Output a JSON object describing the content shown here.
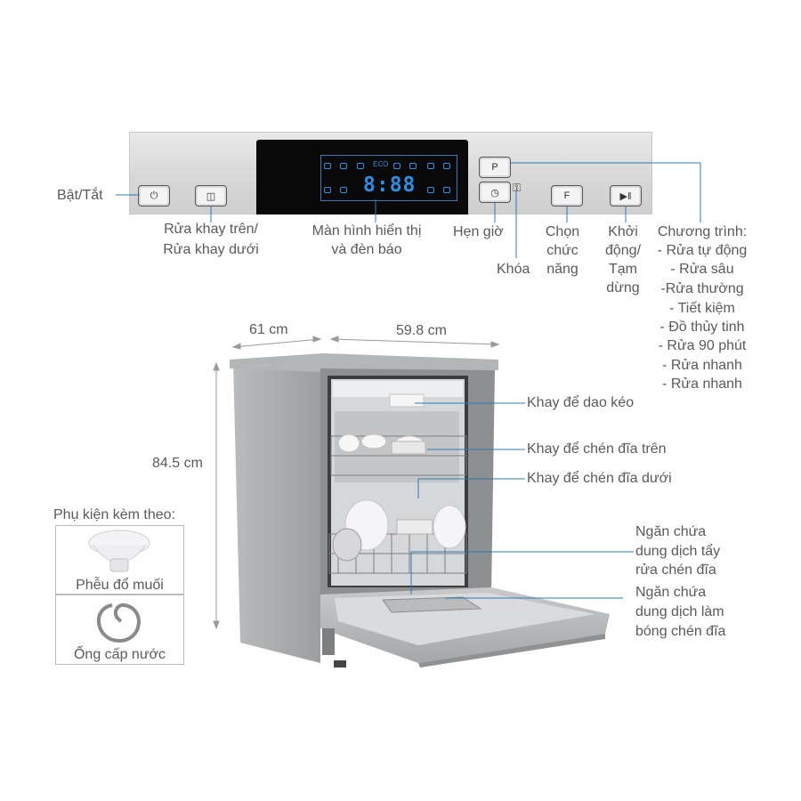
{
  "panel": {
    "display_digits": "8:88",
    "eco_label": "ECO",
    "btn_program": "P",
    "btn_function": "F"
  },
  "labels": {
    "power": "Bật/Tắt",
    "tray_line1": "Rửa khay trên/",
    "tray_line2": "Rửa khay dưới",
    "display_line1": "Màn hình hiển thị",
    "display_line2": "và đèn báo",
    "timer": "Hẹn giờ",
    "lock": "Khóa",
    "function_line1": "Chọn",
    "function_line2": "chức",
    "function_line3": "năng",
    "start_line1": "Khởi",
    "start_line2": "động/",
    "start_line3": "Tạm",
    "start_line4": "dừng",
    "programs_title": "Chương trình:",
    "programs": [
      "- Rửa tự động",
      "- Rửa sâu",
      "-Rửa thường",
      "- Tiết kiệm",
      "- Đồ thủy tinh",
      "- Rửa 90 phút",
      "- Rửa nhanh",
      "- Rửa nhanh"
    ]
  },
  "dimensions": {
    "depth": "61 cm",
    "width": "59.8 cm",
    "height": "84.5 cm"
  },
  "parts": {
    "cutlery_tray": "Khay để dao kéo",
    "upper_rack": "Khay để chén đĩa trên",
    "lower_rack": "Khay để chén đĩa dưới",
    "detergent_line1": "Ngăn chứa",
    "detergent_line2": "dung dịch tẩy",
    "detergent_line3": "rửa chén đĩa",
    "rinse_line1": "Ngăn chứa",
    "rinse_line2": "dung dịch làm",
    "rinse_line3": "bóng chén đĩa"
  },
  "accessories": {
    "title": "Phụ kiện kèm theo:",
    "items": [
      "Phễu đổ muối",
      "Ống cấp nước"
    ]
  },
  "colors": {
    "leader_line": "#2b7bb9",
    "display_led": "#2f8fe6",
    "body_silver": "#a9abad"
  }
}
